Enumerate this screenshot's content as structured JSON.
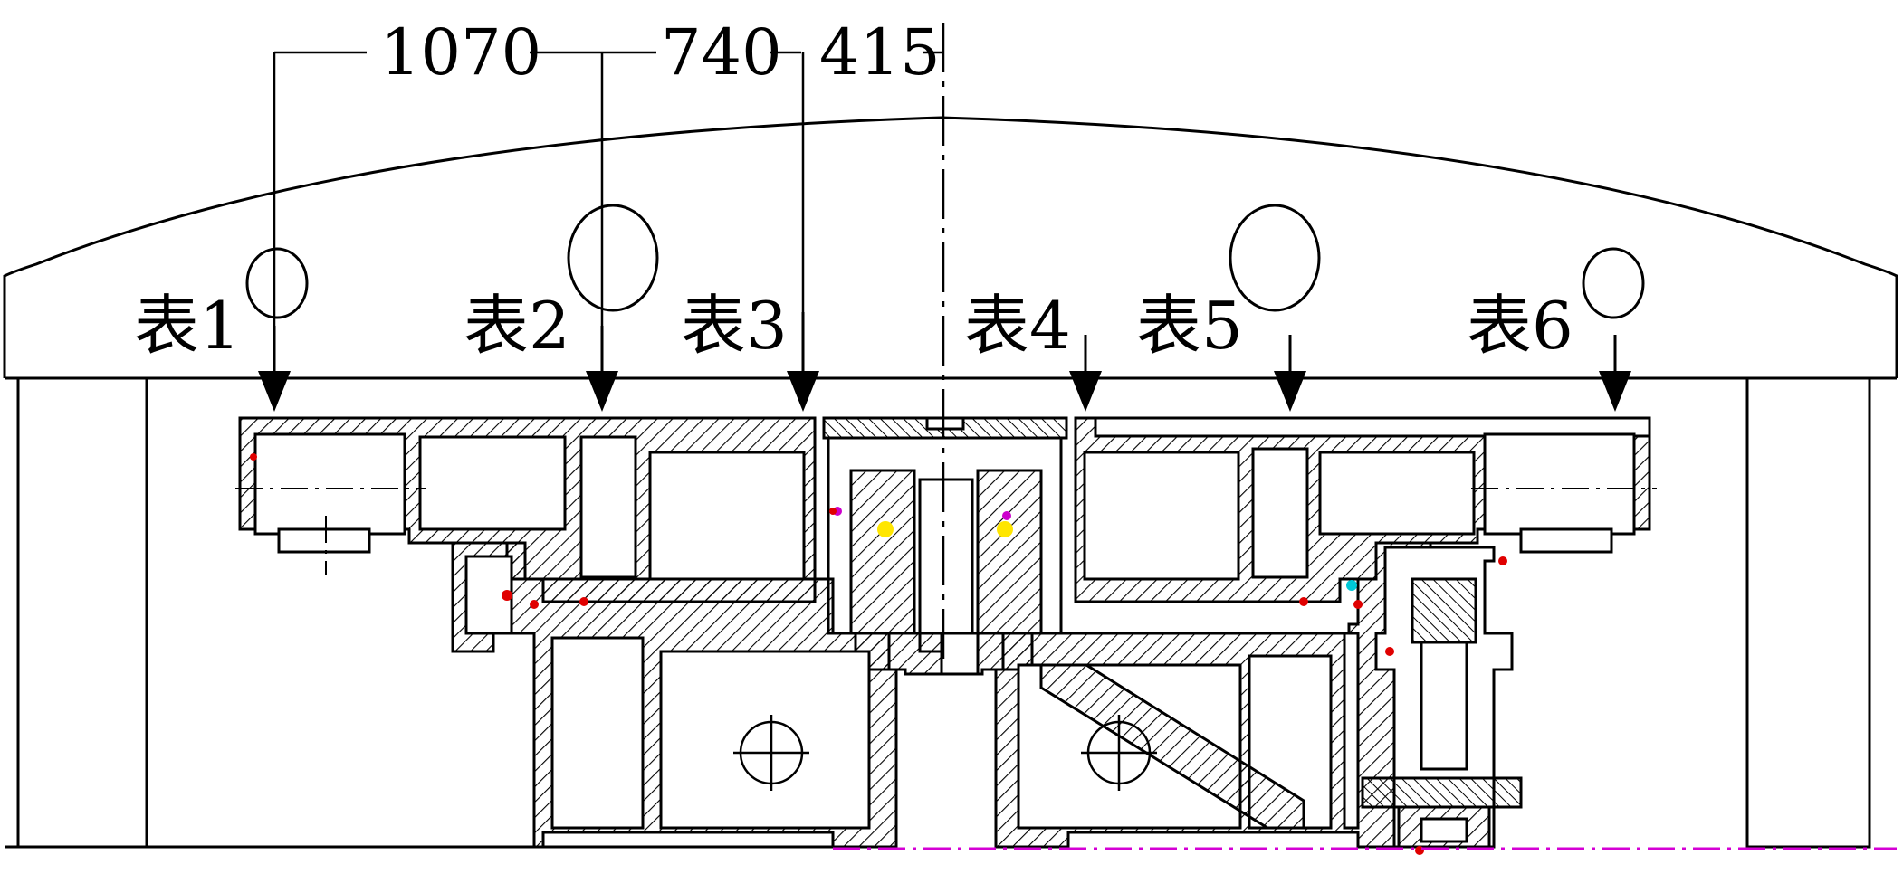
{
  "dimensions": [
    "1070",
    "740",
    "415"
  ],
  "gauges": [
    "表1",
    "表2",
    "表3",
    "表4",
    "表5",
    "表6"
  ],
  "colors": {
    "line": "#000000",
    "centerline_bottom": "#d400d4",
    "seal_red": "#e00000",
    "marker_yellow": "#ffe600",
    "marker_magenta": "#cc00cc",
    "marker_cyan": "#00c8d8"
  }
}
